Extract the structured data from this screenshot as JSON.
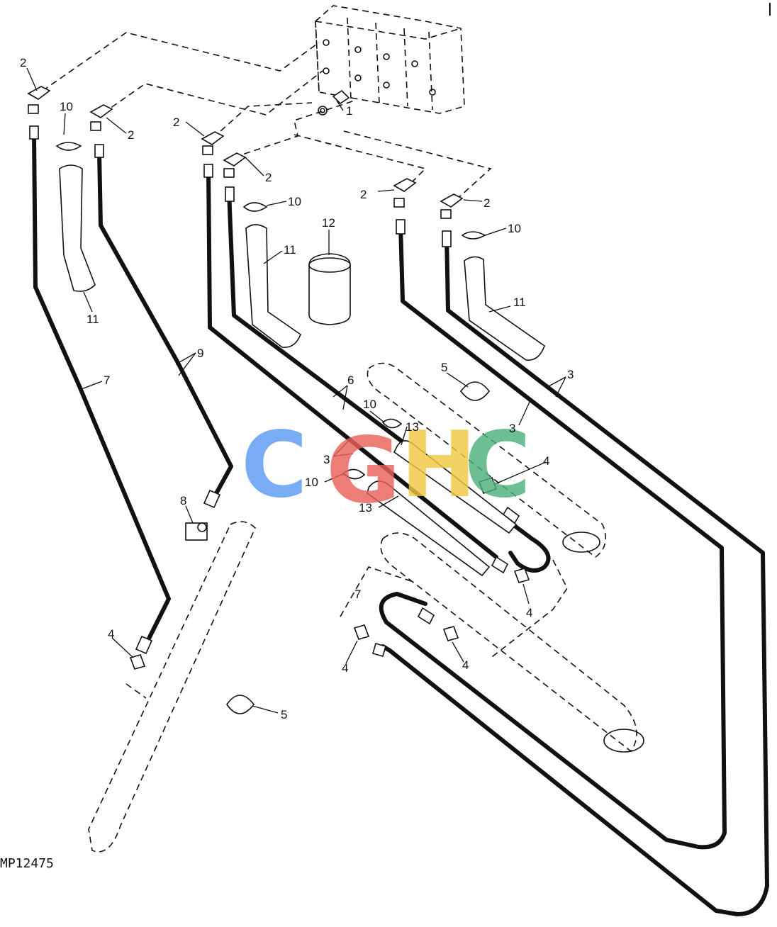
{
  "diagram": {
    "figure_id": "MP12475",
    "watermark": {
      "letters": [
        "C",
        "G",
        "H",
        "C"
      ],
      "colors": [
        "#5b9cf5",
        "#e8625a",
        "#f2c744",
        "#4fb07c"
      ]
    },
    "callouts": {
      "c1": "1",
      "c2a": "2",
      "c2b": "2",
      "c2c": "2",
      "c2d": "2",
      "c2e": "2",
      "c2f": "2",
      "c3a": "3",
      "c3b": "3",
      "c3c": "3",
      "c4a": "4",
      "c4b": "4",
      "c4c": "4",
      "c4d": "4",
      "c4e": "4",
      "c5a": "5",
      "c5b": "5",
      "c6": "6",
      "c7a": "7",
      "c7b": "7",
      "c8": "8",
      "c9": "9",
      "c10a": "10",
      "c10b": "10",
      "c10c": "10",
      "c10d": "10",
      "c10e": "10",
      "c11a": "11",
      "c11b": "11",
      "c11c": "11",
      "c12": "12",
      "c13a": "13",
      "c13b": "13"
    }
  }
}
